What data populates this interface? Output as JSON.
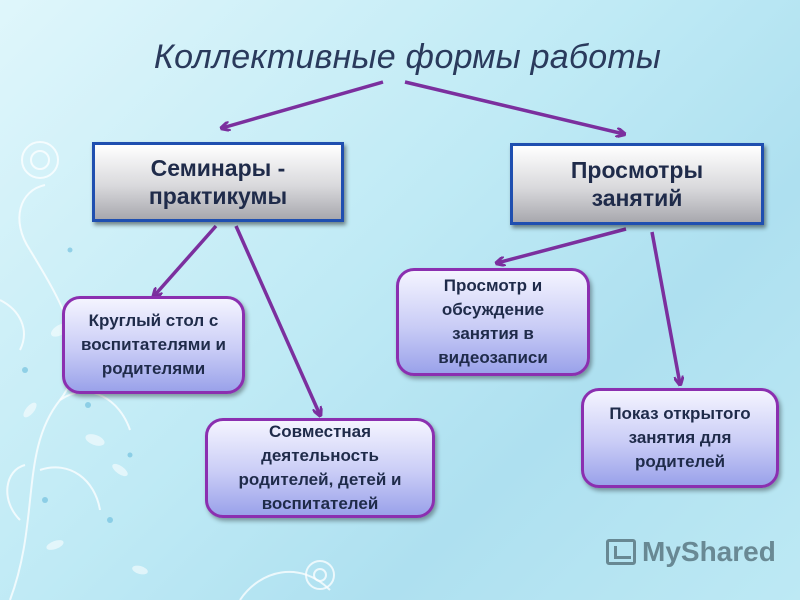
{
  "title": "Коллективные формы работы",
  "nodes": {
    "seminars": "Семинары - практикумы",
    "viewings": "Просмотры занятий",
    "round_table": "Круглый стол с воспитателями и родителями",
    "joint_activity": "Совместная деятельность родителей, детей и воспитателей",
    "video_review": "Просмотр и обсуждение занятия в видеозаписи",
    "open_lesson": "Показ открытого занятия для родителей"
  },
  "watermark": "MyShared",
  "colors": {
    "arrow": "#7b2f9e",
    "rect_border": "#1f4fb0",
    "round_border": "#8b2fb0",
    "title": "#2a3a5c"
  }
}
